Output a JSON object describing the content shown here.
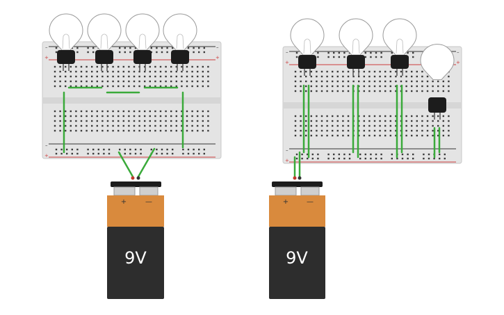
{
  "circuit_left": {
    "battery": {
      "label": "9V",
      "plus": "+",
      "minus": "—"
    },
    "bulb_count": 4
  },
  "circuit_right": {
    "battery": {
      "label": "9V",
      "plus": "+",
      "minus": "—"
    },
    "bulb_count": 4
  },
  "rail_marks": {
    "plus": "+",
    "minus": "–"
  },
  "colors": {
    "board": "#e4e4e4",
    "board_border": "#c8c8c8",
    "hole": "#3a3a3a",
    "rail_red": "#cc3b3b",
    "rail_dark": "#333333",
    "wire": "#3aaa3a",
    "battery_body": "#2d2d2d",
    "battery_top": "#d98a3d",
    "socket": "#1c1c1c"
  }
}
